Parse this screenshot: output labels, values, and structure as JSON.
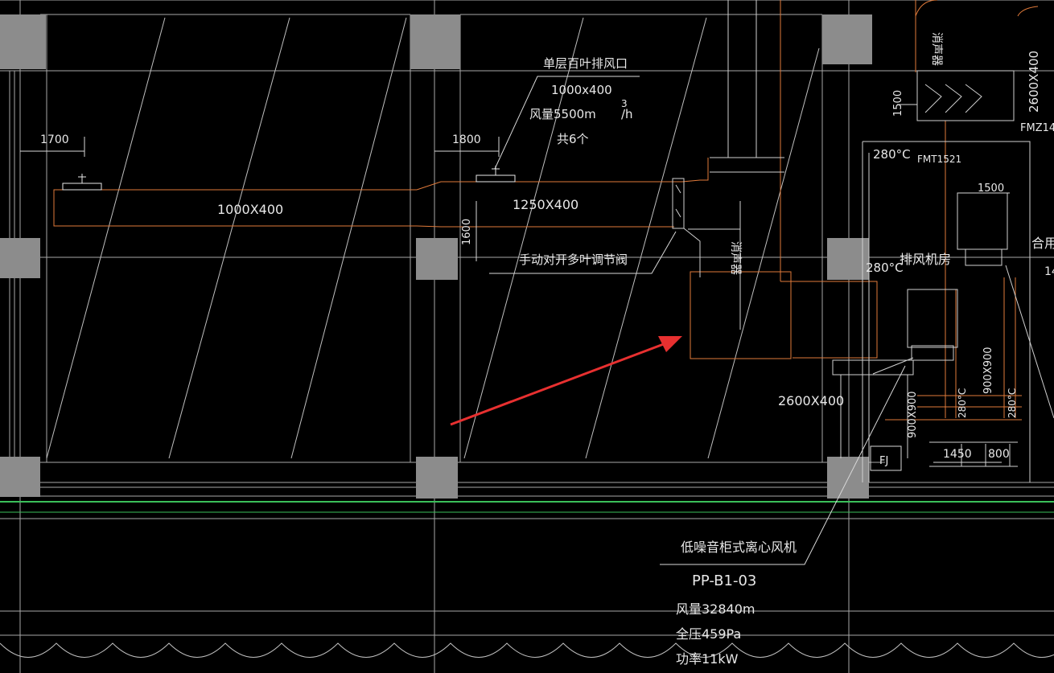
{
  "colors": {
    "background": "#000000",
    "grid": "#a8a8a8",
    "column": "#8a8a8a",
    "duct": "#e07a3a",
    "text": "#e8e8e8",
    "wall_green": "#3bbf5a",
    "arrow": "#e83030"
  },
  "annotations": {
    "outlet_name": "单层百叶排风口",
    "outlet_size": "1000x400",
    "outlet_flow": "风量5500m",
    "outlet_flow_sup": "3",
    "outlet_flow_unit": "/h",
    "outlet_count": "共6个",
    "dim_left": "1700",
    "dim_mid": "1800",
    "duct_1": "1000X400",
    "duct_2": "1250X400",
    "dim_vertical": "1600",
    "damper_label": "手动对开多叶调节阀",
    "silencer_a": "消声器",
    "silencer_b": "消声器",
    "duct_right_top": "2600X400",
    "fmz_tag": "FMZ14",
    "dim_1500_v": "1500",
    "temp_1": "280°C",
    "fmz_tag_2": "FMT1521",
    "dim_1500_h": "1500",
    "room_name": "排风机房",
    "side_text": "合用",
    "side_num": "14",
    "temp_2": "280°C",
    "duct_3": "2600X400",
    "duct_v1": "900X900",
    "duct_v2": "900X900",
    "temp_3": "280°C",
    "temp_4": "280°C",
    "fj_tag": "FJ",
    "dim_1450": "1450",
    "dim_800": "800",
    "fan_name": "低噪音柜式离心风机",
    "fan_code": "PP-B1-03",
    "fan_flow": "风量32840m",
    "fan_pressure": "全压459Pa",
    "fan_power": "功率11kW"
  }
}
